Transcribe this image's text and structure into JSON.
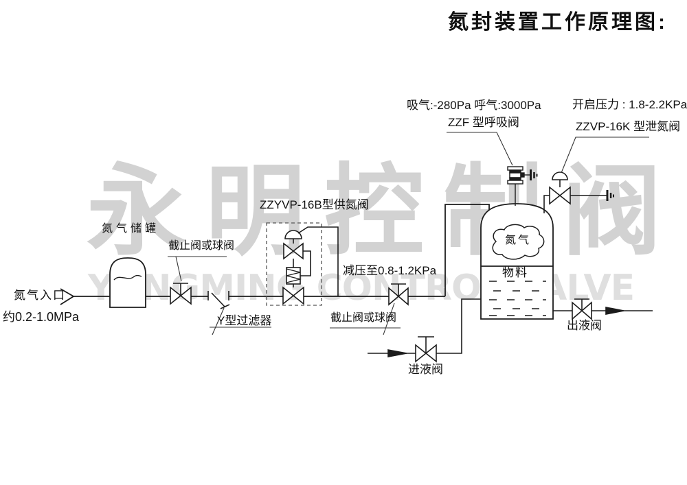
{
  "title": "氮封装置工作原理图:",
  "watermark": {
    "cjk": "永明控制阀",
    "latin": "YONGMING CONTROL VALVE"
  },
  "annotations": {
    "breather_spec": "吸气:-280Pa 呼气:3000Pa",
    "breather_valve": "ZZF 型呼吸阀",
    "relief_spec": "开启压力 : 1.8-2.2KPa",
    "relief_valve": "ZZVP-16K 型泄氮阀",
    "supply_valve": "ZZYVP-16B型供氮阀",
    "reduced_pressure": "减压至0.8-1.2KPa",
    "n2_storage_tank": "氮气储罐",
    "stop_valve_1": "截止阀或球阀",
    "y_strainer": "Y型过滤器",
    "stop_valve_2": "截止阀或球阀",
    "n2_inlet": "氮气入口",
    "inlet_pressure": "约0.2-1.0MPa",
    "nitrogen_gas": "氮气",
    "material": "物料",
    "liquid_inlet_valve": "进液阀",
    "liquid_outlet_valve": "出液阀"
  },
  "colors": {
    "line": "#1c1c1c",
    "text": "#111111",
    "watermark_cjk": "#d2d2d2",
    "watermark_latin": "#dfdfdf",
    "background": "#ffffff"
  }
}
